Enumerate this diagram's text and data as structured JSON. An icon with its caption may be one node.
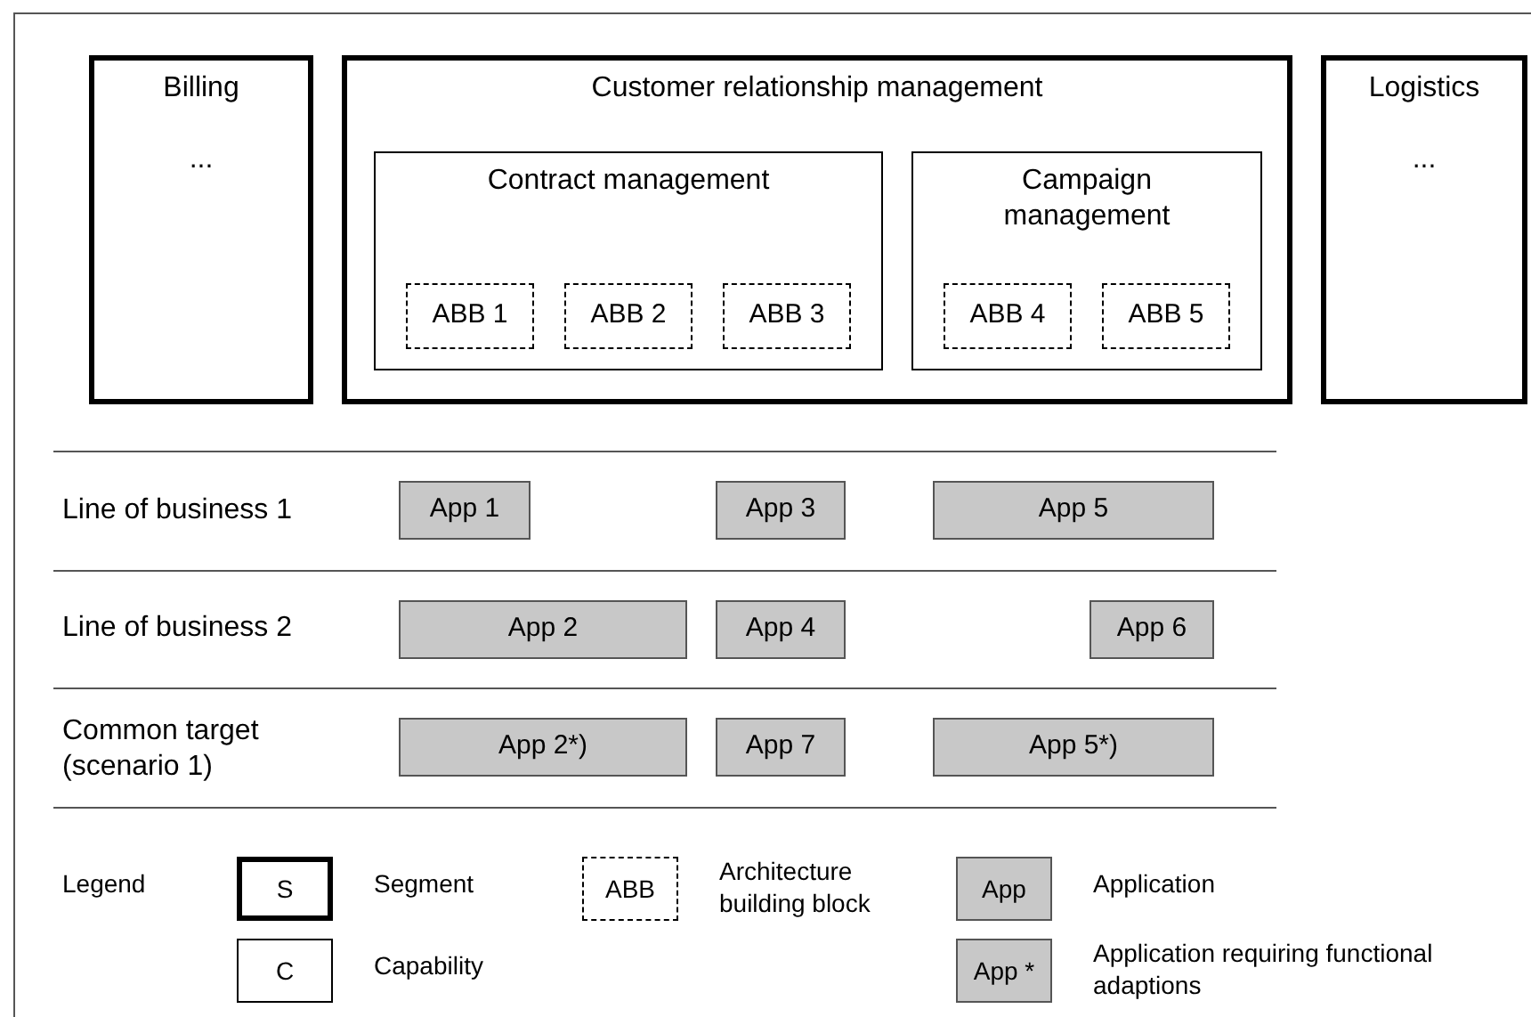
{
  "diagram": {
    "nodes": [
      {
        "text": [
          "Billing",
          "..."
        ]
      },
      {
        "text": [
          "Customer relationship management"
        ]
      },
      {
        "text": [
          "Logistics",
          "..."
        ]
      },
      {
        "text": [
          "Contract management"
        ],
        "in": 1
      },
      {
        "text": [
          "Campaign management"
        ],
        "in": 1
      },
      {
        "text": [
          "ABB 1"
        ],
        "in": 3
      },
      {
        "text": [
          "ABB 2"
        ],
        "in": 3
      },
      {
        "text": [
          "ABB 3"
        ],
        "in": 3
      },
      {
        "text": [
          "ABB 4"
        ],
        "in": 4
      },
      {
        "text": [
          "ABB 5"
        ],
        "in": 4
      },
      {
        "text": [
          "App 1"
        ]
      },
      {
        "text": [
          "App 3"
        ]
      },
      {
        "text": [
          "App 5"
        ]
      },
      {
        "text": [
          "App 2"
        ]
      },
      {
        "text": [
          "App 4"
        ]
      },
      {
        "text": [
          "App 6"
        ]
      },
      {
        "text": [
          "App 2*)"
        ]
      },
      {
        "text": [
          "App 7"
        ]
      },
      {
        "text": [
          "App 5*)"
        ]
      }
    ],
    "labels": [
      "Line of business 1",
      "Line of business 2",
      "Common target (scenario 1)",
      "Legend",
      "S",
      "ABB",
      "App",
      "C",
      "App *"
    ],
    "legend": [
      {
        "text": "Segment"
      },
      {
        "text": "Architecture building block"
      },
      {
        "text": "Application"
      },
      {
        "text": "Capability"
      },
      {
        "text": "Application requiring functional adaptions"
      }
    ]
  }
}
